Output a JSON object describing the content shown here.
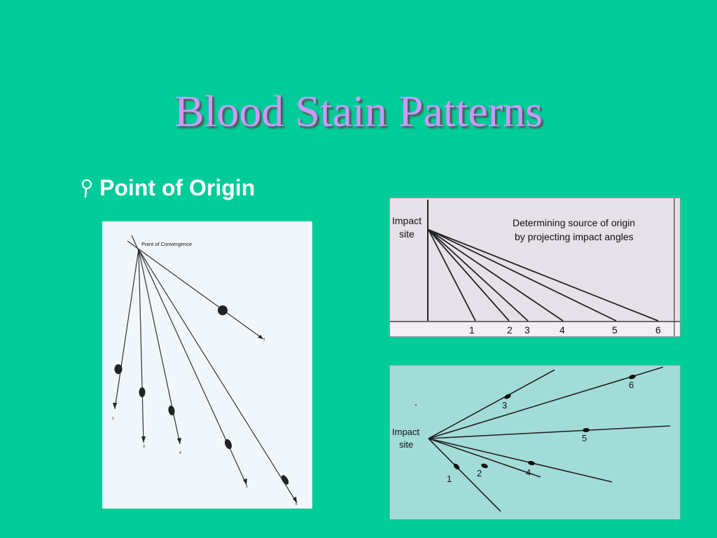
{
  "slide": {
    "title": "Blood Stain Patterns",
    "bullet": {
      "icon": "magnifier-bullet-icon",
      "text": "Point of Origin"
    }
  },
  "figure_convergence": {
    "label": "Point of Convergence",
    "stains": [
      "1",
      "2",
      "3",
      "4",
      "5",
      "6"
    ]
  },
  "figure_angles": {
    "site_label_line1": "Impact",
    "site_label_line2": "site",
    "caption_line1": "Determining source of origin",
    "caption_line2": "by projecting impact angles",
    "stains": [
      "1",
      "2",
      "3",
      "4",
      "5",
      "6"
    ]
  },
  "figure_plan": {
    "site_label_line1": "Impact",
    "site_label_line2": "site",
    "stains": [
      "1",
      "2",
      "3",
      "4",
      "5",
      "6"
    ]
  },
  "colors": {
    "background": "#00cc99",
    "title": "#cc99ff",
    "text": "#ffffff"
  }
}
